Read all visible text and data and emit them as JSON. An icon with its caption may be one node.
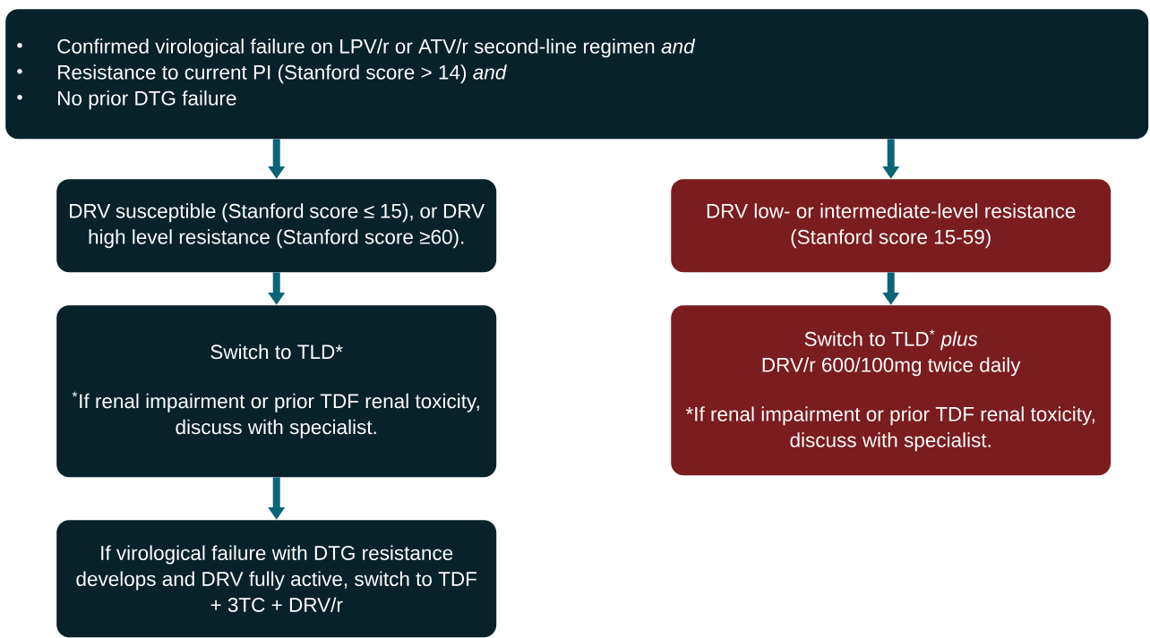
{
  "diagram": {
    "nodes": [
      {
        "text": [
          "Confirmed virological failure on LPV/r or ATV/r second-line regimen *and*",
          "Resistance to current PI (Stanford score > 14) *and*",
          "No prior DTG failure"
        ]
      },
      {
        "text": [
          "DRV susceptible (Stanford score ≤ 15), or DRV high level resistance (Stanford score ≥60)."
        ]
      },
      {
        "text": [
          "DRV low- or intermediate-level resistance (Stanford score 15-59)"
        ]
      },
      {
        "text": [
          "Switch to TLD*",
          "$^{*}$If renal impairment or prior TDF renal toxicity, discuss with specialist."
        ]
      },
      {
        "text": [
          "Switch to TLD$^{*}$ *plus*",
          "DRV/r 600/100mg twice daily",
          "*If renal impairment or prior TDF renal toxicity, discuss with specialist."
        ]
      },
      {
        "text": [
          "If virological failure with DTG resistance develops and DRV fully active, switch to TDF + 3TC + DRV/r"
        ]
      }
    ],
    "edges": [
      {
        "from": 0,
        "to": 1,
        "arrow": "to"
      },
      {
        "from": 0,
        "to": 2,
        "arrow": "to"
      },
      {
        "from": 1,
        "to": 3,
        "arrow": "to"
      },
      {
        "from": 2,
        "to": 4,
        "arrow": "to"
      },
      {
        "from": 3,
        "to": 5,
        "arrow": "to"
      }
    ]
  }
}
